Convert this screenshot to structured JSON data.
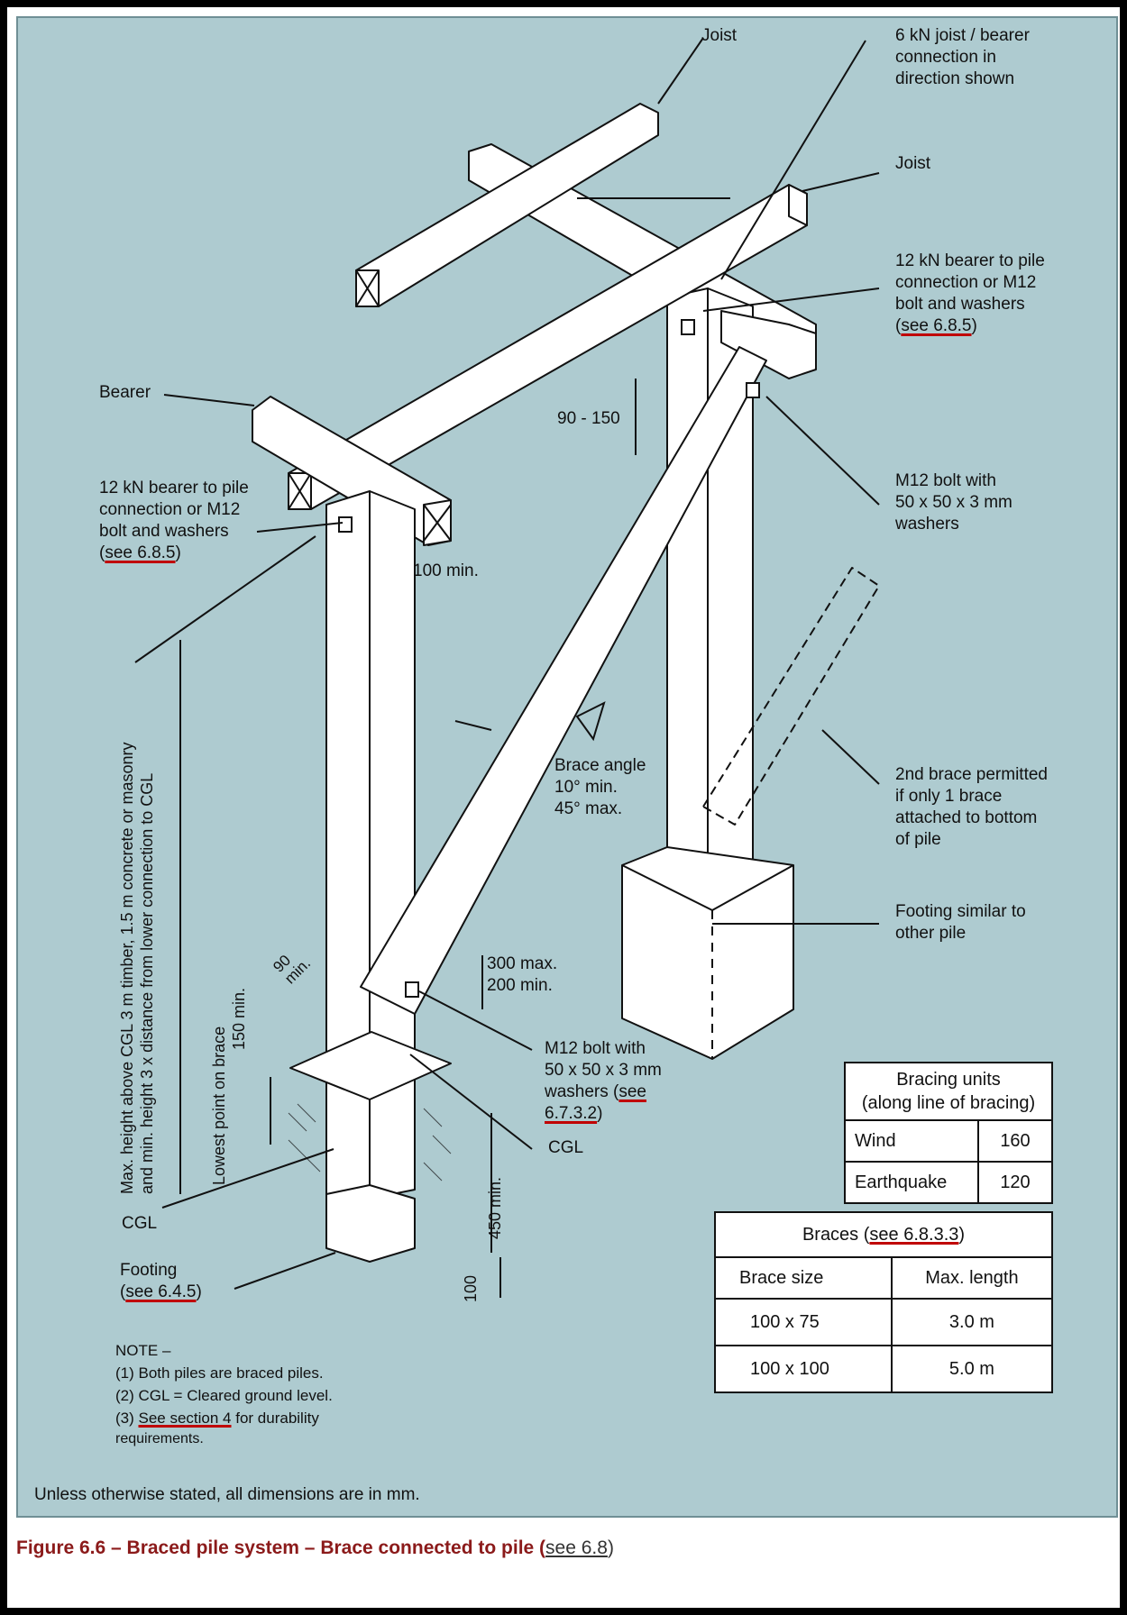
{
  "labels": {
    "joist_top": "Joist",
    "joist_right": "Joist",
    "connection_6kn": [
      "6 kN joist / bearer",
      "connection in",
      "direction shown"
    ],
    "bearer": "Bearer",
    "bearer_conn_right": [
      "12 kN bearer to pile",
      "connection or M12",
      "bolt and washers"
    ],
    "bearer_conn_right_ref": "see 6.8.5",
    "bearer_conn_left": [
      "12 kN bearer to pile",
      "connection or M12",
      "bolt and washers"
    ],
    "bearer_conn_left_ref": "see 6.8.5",
    "dim_90_150": "90 - 150",
    "m12_bolt_top": [
      "M12 bolt with",
      "50 x 50 x 3 mm",
      "washers"
    ],
    "min_100": "100 min.",
    "brace_angle": [
      "Brace angle",
      "10° min.",
      "45° max."
    ],
    "second_brace": [
      "2nd brace permitted",
      "if only 1 brace",
      "attached to bottom",
      "of pile"
    ],
    "footing_similar": [
      "Footing similar to",
      "other pile"
    ],
    "max_height": [
      "Max. height above CGL 3 m timber, 1.5 m concrete or masonry",
      "and min. height 3 x distance from lower connection to CGL"
    ],
    "dim_90_min": [
      "90",
      "min."
    ],
    "dim_300_200": [
      "300 max.",
      "200 min."
    ],
    "m12_bolt_bottom": [
      "M12 bolt with",
      "50 x 50 x 3 mm",
      "washers ("
    ],
    "m12_bolt_bottom_ref1": "see",
    "m12_bolt_bottom_ref2": "6.7.3.2",
    "lowest_point": [
      "Lowest point on brace",
      "150 min."
    ],
    "cgl_right": "CGL",
    "cgl_left": "CGL",
    "dim_450": "450 min.",
    "dim_100": "100",
    "footing": "Footing",
    "footing_ref": "see 6.4.5"
  },
  "notes": {
    "heading": "NOTE –",
    "items": [
      "(1)  Both piles are braced piles.",
      "(2)  CGL = Cleared ground level.",
      "(3)  ",
      "       requirements."
    ],
    "item3_link": "See section 4",
    "item3_rest": " for durability"
  },
  "bracing_units_table": {
    "header": [
      "Bracing units",
      "(along line of bracing)"
    ],
    "rows": [
      {
        "label": "Wind",
        "value": "160"
      },
      {
        "label": "Earthquake",
        "value": "120"
      }
    ]
  },
  "braces_table": {
    "title": "Braces (",
    "title_ref": "see 6.8.3.3",
    "columns": [
      "Brace size",
      "Max. length"
    ],
    "rows": [
      {
        "size": "100 x 75",
        "length": "3.0 m"
      },
      {
        "size": "100 x 100",
        "length": "5.0 m"
      }
    ]
  },
  "units_note": "Unless otherwise stated, all dimensions are in mm.",
  "caption": {
    "text": "Figure 6.6 – Braced pile system – Brace connected to pile (",
    "ref": "see 6.8",
    "close": ")"
  },
  "colors": {
    "panel": "#aecbd0",
    "caption": "#8b1a1a",
    "ref_underline": "#c00000"
  }
}
